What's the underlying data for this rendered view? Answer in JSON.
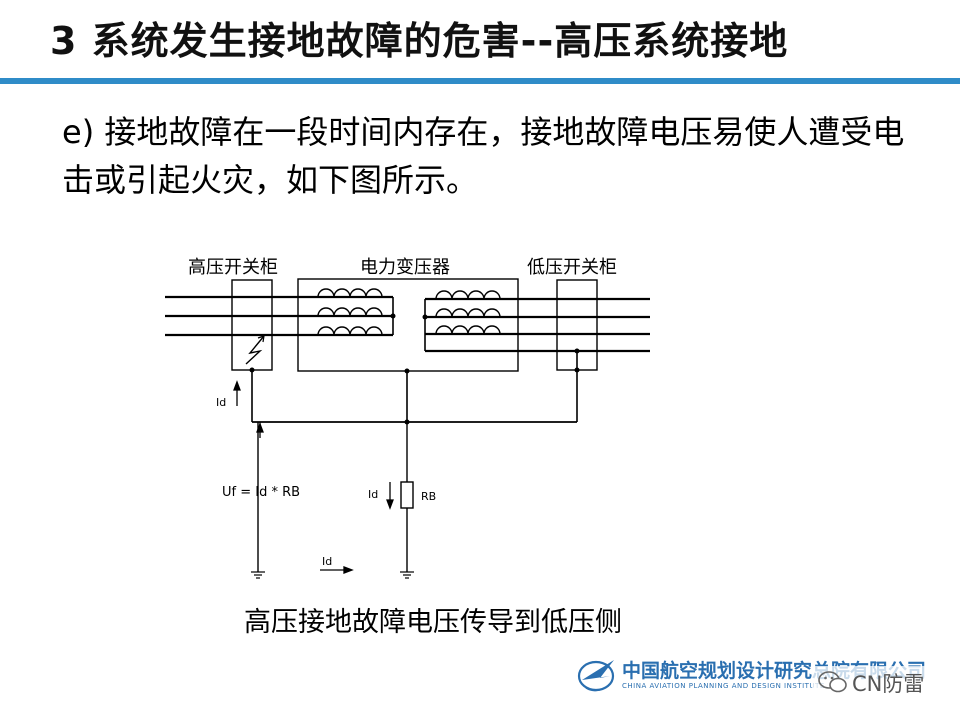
{
  "slide": {
    "title": "3 系统发生接地故障的危害--高压系统接地",
    "body": "e) 接地故障在一段时间内存在，接地故障电压易使人遭受电击或引起火灾，如下图所示。",
    "caption": "高压接地故障电压传导到低压侧"
  },
  "diagram": {
    "labels": {
      "hv_cabinet": "高压开关柜",
      "transformer": "电力变压器",
      "lv_cabinet": "低压开关柜",
      "id_left": "Id",
      "uf_formula": "Uf = Id * RB",
      "id_mid": "Id",
      "rb": "RB",
      "id_bottom": "Id"
    }
  },
  "logo": {
    "name_cn": "中国航空规划设计研究总院有限公司",
    "name_en": "CHINA AVIATION PLANNING AND DESIGN INSTITUTE"
  },
  "watermark": {
    "label": "CN防雷"
  },
  "colors": {
    "title_rule": "#2f8cc8",
    "logo_blue": "#2a6fb0",
    "line": "#000000"
  }
}
